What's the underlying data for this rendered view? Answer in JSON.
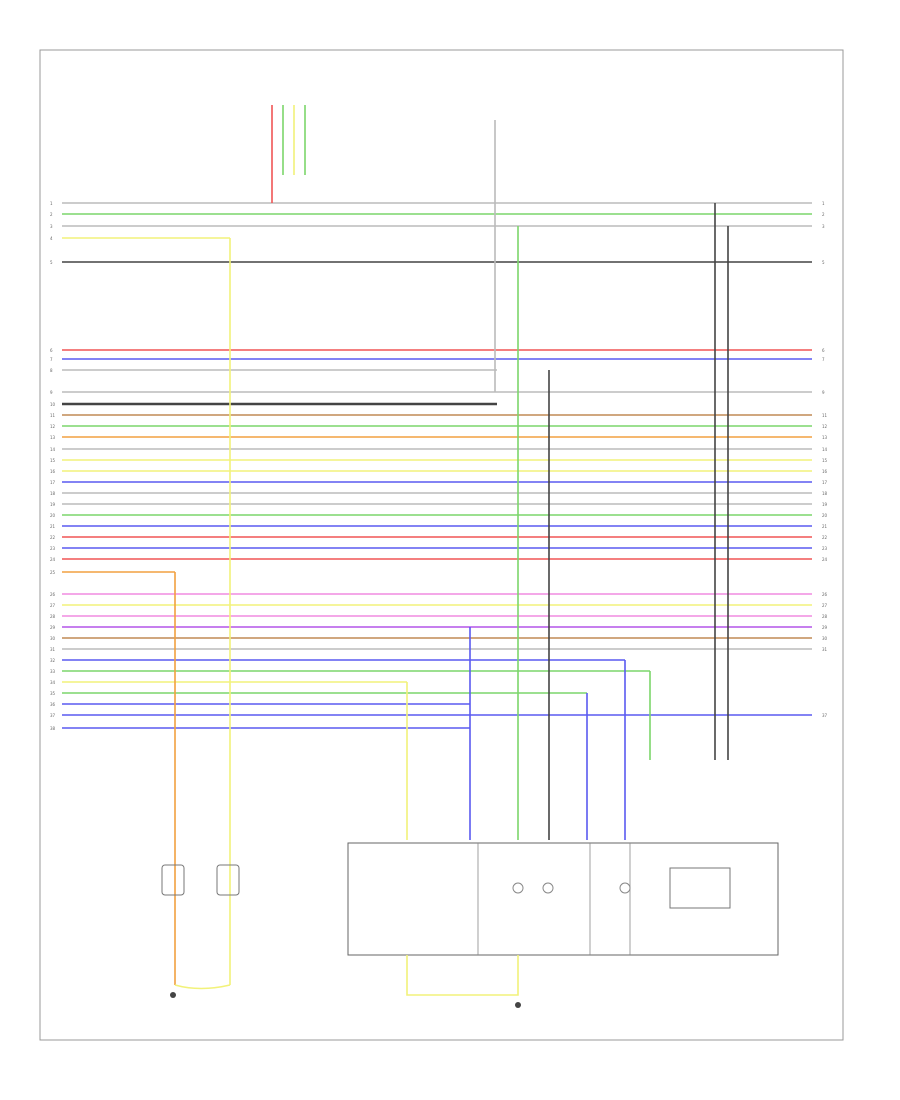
{
  "diagram": {
    "frame_label": "",
    "footer_code": "",
    "wire_colors": {
      "red": "#f05555",
      "green": "#7cd66b",
      "yellow": "#f2f27a",
      "orange": "#f2a040",
      "blue": "#5a5af0",
      "black": "#444444",
      "gray": "#bbbbbb",
      "violet": "#b455e8",
      "pink": "#f08be0",
      "brown": "#c08a55",
      "white": "#e6e6e6"
    },
    "bus_wires": [
      {
        "pin": "1",
        "color": "gray",
        "right": true
      },
      {
        "pin": "2",
        "color": "green",
        "right": true
      },
      {
        "pin": "3",
        "color": "gray",
        "right": true
      },
      {
        "pin": "4",
        "color": "yellow",
        "right": false
      },
      {
        "pin": "5",
        "color": "black",
        "right": true
      },
      {
        "pin": "6",
        "color": "red",
        "right": true
      },
      {
        "pin": "7",
        "color": "blue",
        "right": true
      },
      {
        "pin": "8",
        "color": "gray",
        "right": false
      },
      {
        "pin": "9",
        "color": "gray",
        "right": true
      },
      {
        "pin": "10",
        "color": "black",
        "right": false
      },
      {
        "pin": "11",
        "color": "brown",
        "right": true
      },
      {
        "pin": "12",
        "color": "green",
        "right": true
      },
      {
        "pin": "13",
        "color": "orange",
        "right": true
      },
      {
        "pin": "14",
        "color": "gray",
        "right": true
      },
      {
        "pin": "15",
        "color": "yellow",
        "right": true
      },
      {
        "pin": "16",
        "color": "yellow",
        "right": true
      },
      {
        "pin": "17",
        "color": "blue",
        "right": true
      },
      {
        "pin": "18",
        "color": "gray",
        "right": true
      },
      {
        "pin": "19",
        "color": "gray",
        "right": true
      },
      {
        "pin": "20",
        "color": "green",
        "right": true
      },
      {
        "pin": "21",
        "color": "blue",
        "right": true
      },
      {
        "pin": "22",
        "color": "red",
        "right": true
      },
      {
        "pin": "23",
        "color": "blue",
        "right": true
      },
      {
        "pin": "24",
        "color": "red",
        "right": true
      },
      {
        "pin": "25",
        "color": "orange",
        "right": false
      },
      {
        "pin": "26",
        "color": "pink",
        "right": true
      },
      {
        "pin": "27",
        "color": "yellow",
        "right": true
      },
      {
        "pin": "28",
        "color": "pink",
        "right": true
      },
      {
        "pin": "29",
        "color": "violet",
        "right": true
      },
      {
        "pin": "30",
        "color": "brown",
        "right": true
      },
      {
        "pin": "31",
        "color": "gray",
        "right": true
      },
      {
        "pin": "32",
        "color": "blue",
        "right": false
      },
      {
        "pin": "33",
        "color": "green",
        "right": false
      },
      {
        "pin": "34",
        "color": "yellow",
        "right": false
      },
      {
        "pin": "35",
        "color": "green",
        "right": false
      },
      {
        "pin": "36",
        "color": "blue",
        "right": false
      },
      {
        "pin": "37",
        "color": "blue",
        "right": true
      },
      {
        "pin": "38",
        "color": "blue",
        "right": false
      }
    ]
  }
}
